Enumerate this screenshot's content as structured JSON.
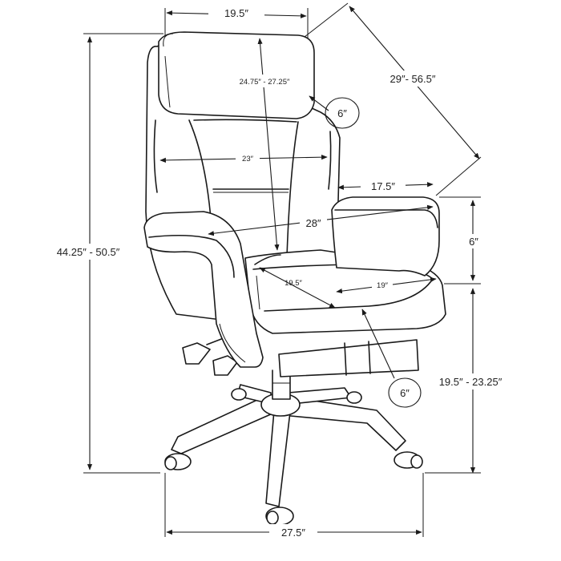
{
  "dimensions": {
    "top_width": "19.5″",
    "headrest_height": "24.75″ - 27.25″",
    "recline_depth": "29″- 56.5″",
    "headrest_offset": "6″",
    "back_width": "23″",
    "arm_length": "17.5″",
    "overall_width_arms": "28″",
    "arm_height": "6″",
    "total_height": "44.25″ - 50.5″",
    "seat_depth": "19.5″",
    "seat_width": "19″",
    "seat_height": "19.5″ - 23.25″",
    "footrest_offset": "6″",
    "base_width": "27.5″"
  }
}
